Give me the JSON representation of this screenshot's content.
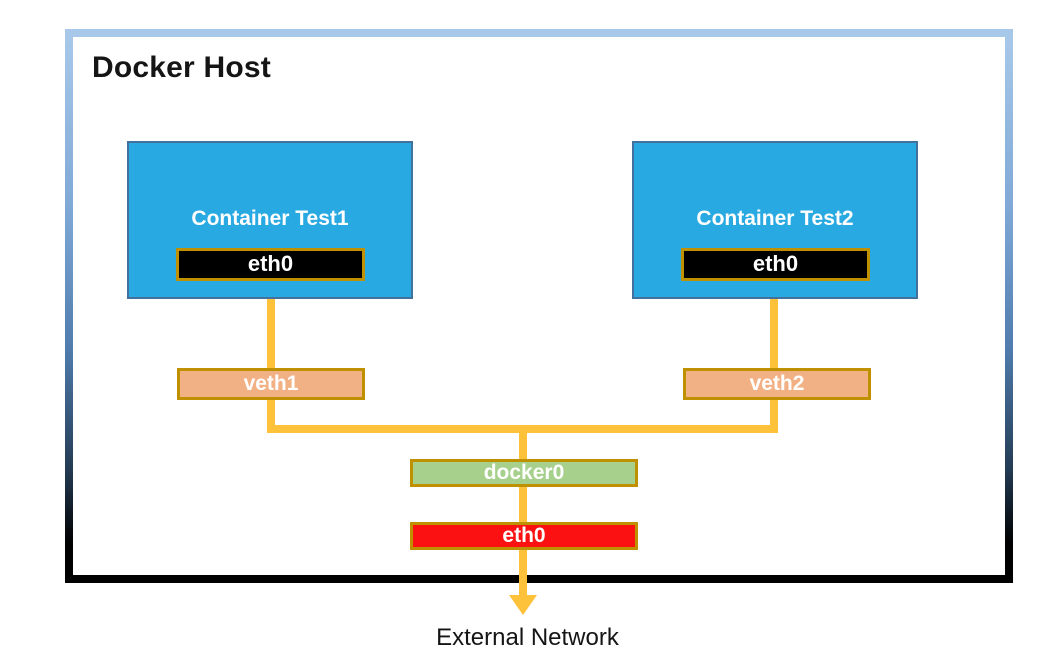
{
  "title": "Docker Host",
  "containers": [
    {
      "name": "Container Test1",
      "iface": "eth0"
    },
    {
      "name": "Container Test2",
      "iface": "eth0"
    }
  ],
  "veths": [
    {
      "label": "veth1"
    },
    {
      "label": "veth2"
    }
  ],
  "bridge_label": "docker0",
  "host_iface_label": "eth0",
  "external_label": "External Network",
  "colors": {
    "container-fill": "#29a9e1",
    "container-border": "#41719c",
    "iface-fill": "#000000",
    "gold-border": "#bf9000",
    "line": "#fdc13a",
    "veth-fill": "#f2b185",
    "bridge-fill": "#a8d08d",
    "host-iface-fill": "#fb1111",
    "host-border-top": "#a7c8e9",
    "host-border-bottom": "#000000",
    "text-light": "#ffffff",
    "text-dark": "#151515"
  }
}
